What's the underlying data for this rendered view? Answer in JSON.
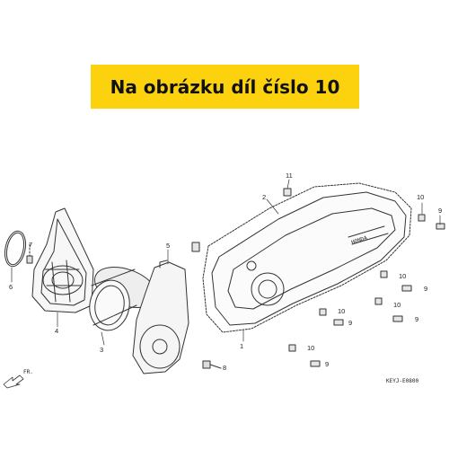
{
  "banner": {
    "text": "Na obrázku díl číslo 10"
  },
  "diagram": {
    "callouts": [
      "1",
      "2",
      "3",
      "4",
      "5",
      "6",
      "7",
      "8",
      "9",
      "10",
      "11"
    ],
    "direction_label": "FR.",
    "part_code": "KEYJ-E0800"
  },
  "colors": {
    "banner_bg": "#fcd20f",
    "line": "#333333"
  }
}
